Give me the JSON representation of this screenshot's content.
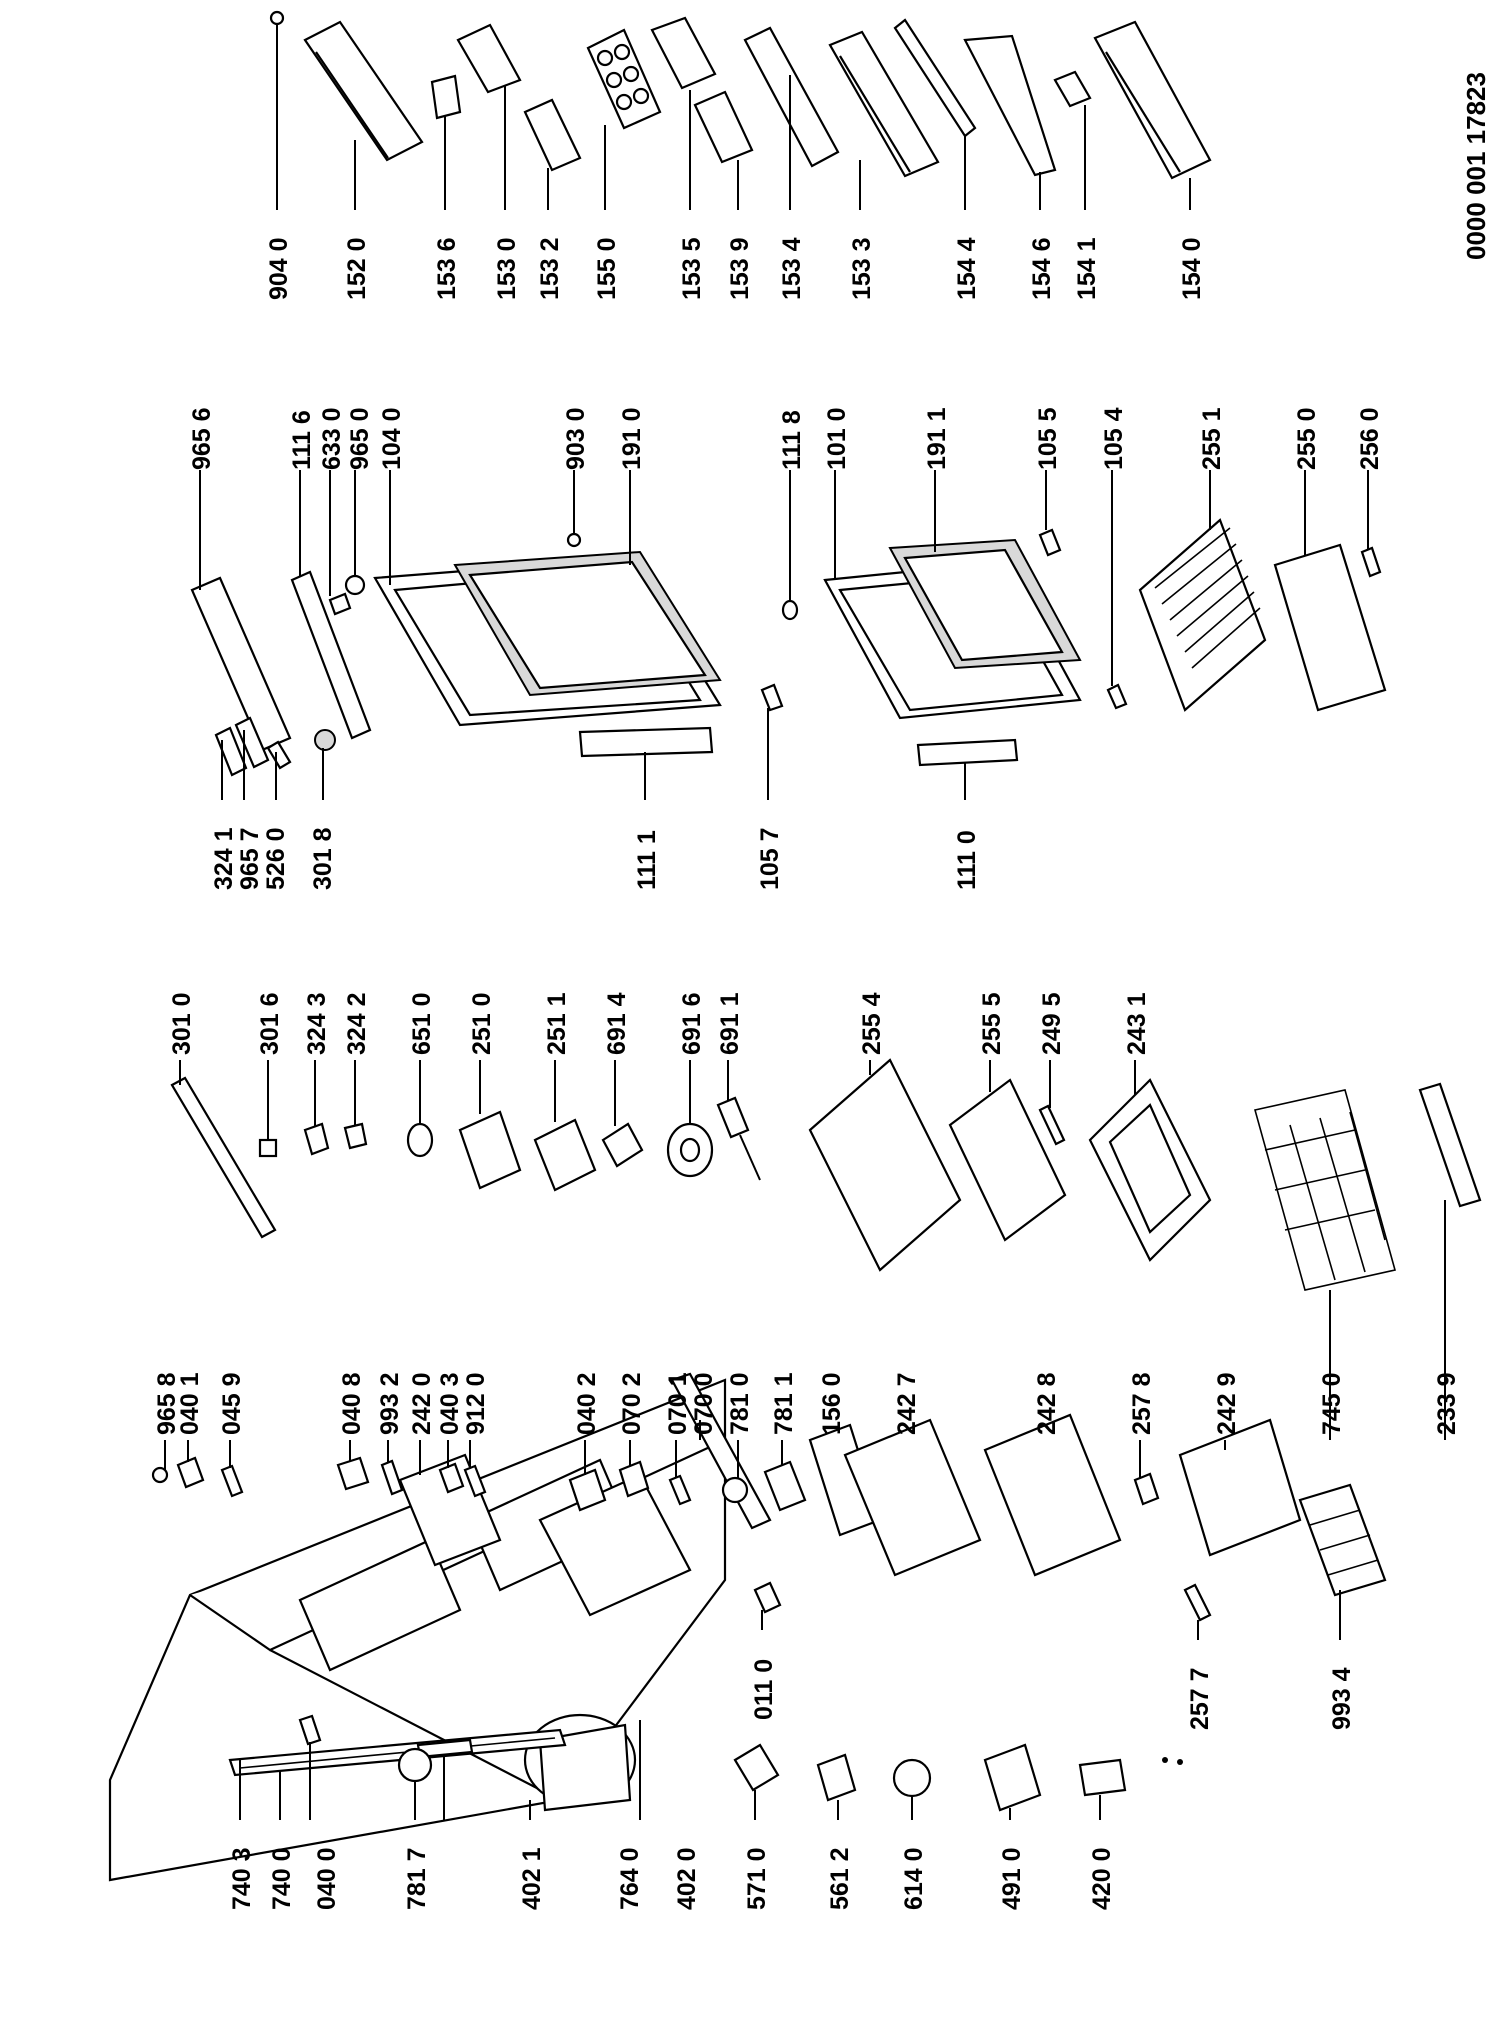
{
  "diagram_ref": "0000 001 17823",
  "callouts": [
    "904 0",
    "152 0",
    "153 6",
    "153 0",
    "153 2",
    "155 0",
    "153 5",
    "153 9",
    "153 4",
    "153 3",
    "154 4",
    "154 6",
    "154 1",
    "154 0",
    "965 6",
    "111 6",
    "633 0",
    "965 0",
    "104 0",
    "903 0",
    "191 0",
    "111 8",
    "101 0",
    "191 1",
    "105 5",
    "105 4",
    "255 1",
    "255 0",
    "256 0",
    "324 1",
    "965 7",
    "526 0",
    "301 8",
    "111 1",
    "105 7",
    "111 0",
    "301 0",
    "301 6",
    "324 3",
    "324 2",
    "651 0",
    "251 0",
    "251 1",
    "691 4",
    "691 6",
    "691 1",
    "255 4",
    "255 5",
    "249 5",
    "243 1",
    "965 8",
    "040 1",
    "045 9",
    "040 8",
    "993 2",
    "242 0",
    "040 3",
    "912 0",
    "040 2",
    "070 2",
    "070 1",
    "070 0",
    "781 0",
    "781 1",
    "156 0",
    "242 7",
    "242 8",
    "257 8",
    "242 9",
    "745 0",
    "233 9",
    "740 3",
    "740 0",
    "040 0",
    "781 7",
    "402 1",
    "764 0",
    "402 0",
    "571 0",
    "561 2",
    "614 0",
    "491 0",
    "420 0",
    "011 0",
    "257 7",
    "993 4"
  ]
}
